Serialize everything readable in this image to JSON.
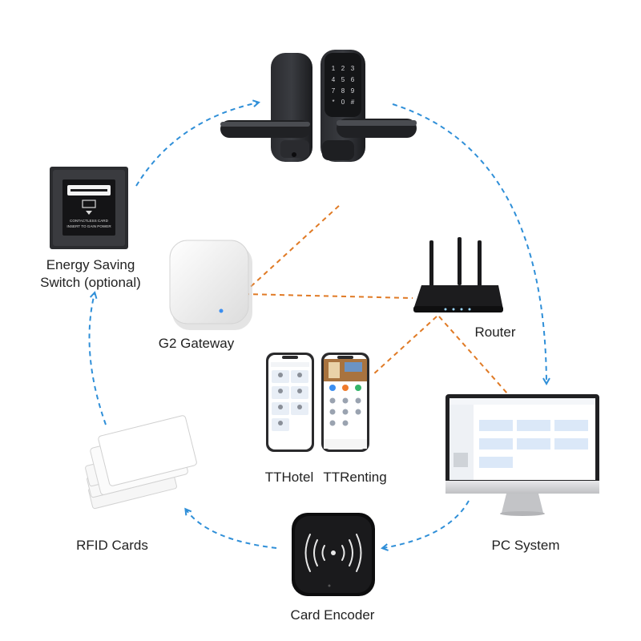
{
  "nodes": {
    "smart_lock": {
      "icon": "smart-lock-icon",
      "keypad": [
        "1",
        "2",
        "3",
        "4",
        "5",
        "6",
        "7",
        "8",
        "9",
        "*",
        "0",
        "#"
      ]
    },
    "energy_switch": {
      "label_line1": "Energy Saving",
      "label_line2": "Switch (optional)",
      "icon": "energy-saving-switch-icon",
      "card_text_line1": "CONTACTLESS CARD",
      "card_text_line2": "INSERT TO GAIN POWER"
    },
    "g2_gateway": {
      "label": "G2 Gateway",
      "icon": "gateway-icon"
    },
    "router": {
      "label": "Router",
      "icon": "router-icon"
    },
    "tthotel": {
      "label": "TTHotel",
      "icon": "phone-app-icon"
    },
    "ttrenting": {
      "label": "TTRenting",
      "icon": "phone-app-icon"
    },
    "pc_system": {
      "label": "PC System",
      "icon": "monitor-icon"
    },
    "rfid_cards": {
      "label": "RFID Cards",
      "icon": "rfid-card-icon"
    },
    "card_encoder": {
      "label": "Card Encoder",
      "icon": "card-encoder-icon"
    }
  },
  "colors": {
    "blue_connector": "#2f8fd8",
    "orange_connector": "#e07a25",
    "label_text": "#222222",
    "device_dark": "#1c1d20"
  }
}
